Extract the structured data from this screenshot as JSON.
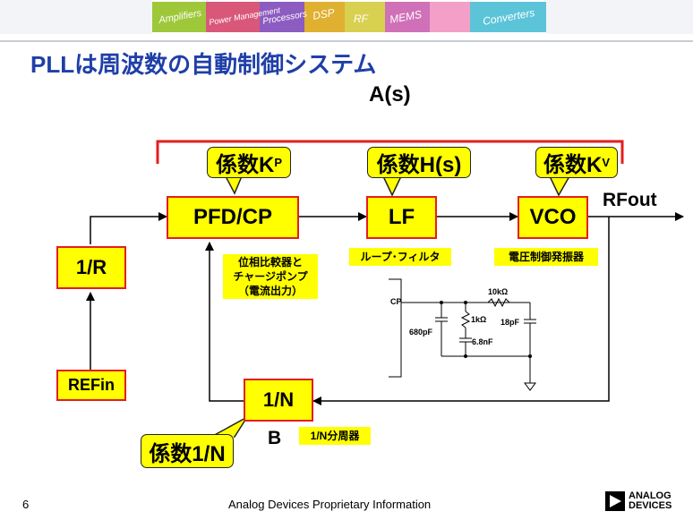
{
  "banner": {
    "words": [
      "Amplifiers",
      "Power Management",
      "Processors",
      "DSP",
      "RF",
      "MEMS",
      "Converters"
    ]
  },
  "title": "PLLは周波数の自動制御システム",
  "overall_label": "A(s)",
  "blocks": {
    "pfd": "PFD/CP",
    "lf": "LF",
    "vco": "VCO",
    "r_div": "1/R",
    "n_div": "1/N",
    "ref": "REFin"
  },
  "output_label": "RFout",
  "b_label": "B",
  "callouts": {
    "kp_main": "係数K",
    "kp_sub": "P",
    "h": "係数H(s)",
    "kv_main": "係数K",
    "kv_sub": "V",
    "n": "係数1/N"
  },
  "notes": {
    "pfd_line1": "位相比較器と",
    "pfd_line2": "チャージポンプ",
    "pfd_line3": "（電流出力）",
    "lf": "ループ･フィルタ",
    "vco": "電圧制御発振器",
    "n": "1/N分周器"
  },
  "schematic": {
    "cp": "CP",
    "r2": "10kΩ",
    "r1": "1kΩ",
    "c3": "18pF",
    "c1": "680pF",
    "c2": "6.8nF"
  },
  "footer": {
    "page_number": "6",
    "info": "Analog Devices Proprietary Information",
    "logo_line1": "ANALOG",
    "logo_line2": "DEVICES"
  },
  "colors": {
    "block_fill": "#ffff00",
    "block_border": "#e41e1e",
    "title": "#1f3fa8"
  }
}
